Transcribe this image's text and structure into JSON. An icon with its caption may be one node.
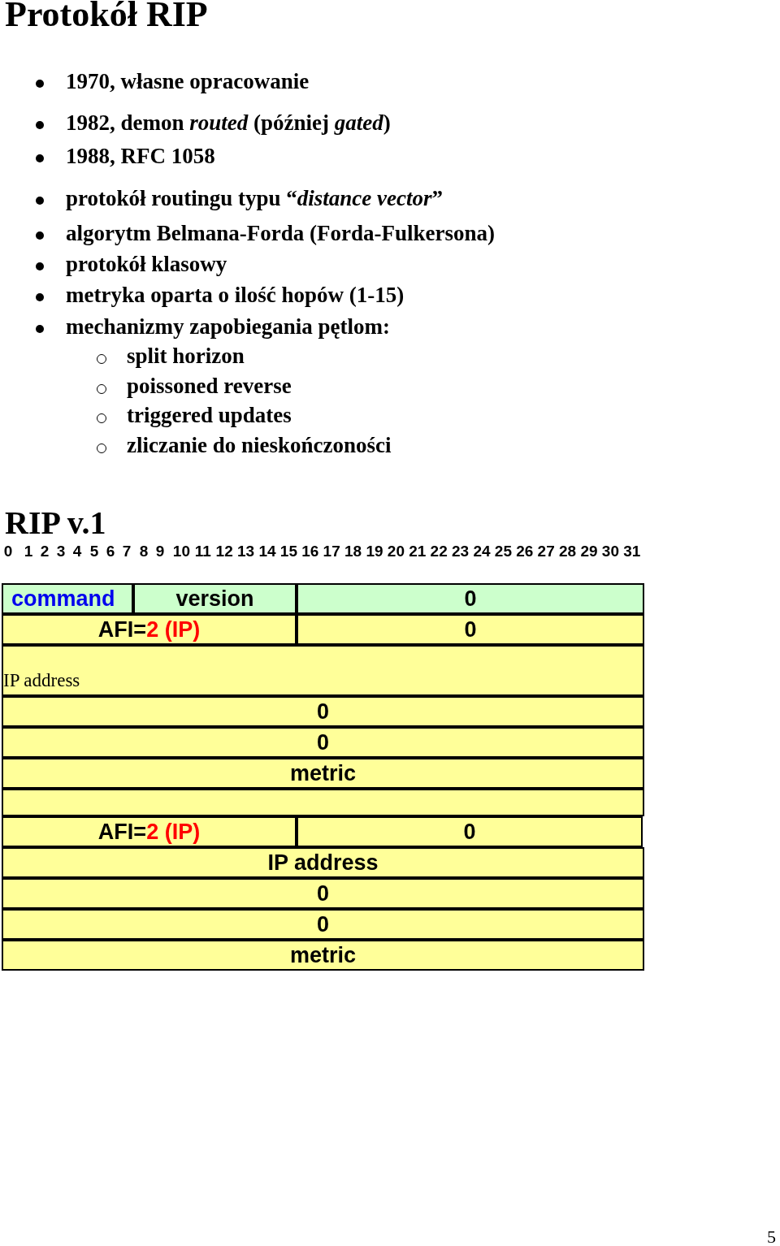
{
  "diagram": {
    "title": "Protokół RIP",
    "labels": [
      "1970, własne opracowanie",
      "1982, demon *routed* (później *gated*)",
      "1988, RFC 1058",
      "protokół routingu typu “*distance vector*”",
      "algorytm Belmana-Forda (Forda-Fulkersona)",
      "protokół klasowy",
      "metryka oparta o ilość hopów (1-15)",
      "mechanizmy zapobiegania pętlom:",
      "split horizon",
      "poissoned reverse",
      "triggered updates",
      "zliczanie do nieskończoności",
      "RIP v.1",
      "0",
      "1",
      "2",
      "3",
      "4",
      "5",
      "6",
      "7",
      "8",
      "9",
      "10",
      "11",
      "12",
      "13",
      "14",
      "15",
      "16",
      "17",
      "18",
      "19",
      "20",
      "21",
      "22",
      "23",
      "24",
      "25",
      "26",
      "27",
      "28",
      "29",
      "30",
      "31",
      "command",
      "version",
      "0",
      "AFI=2 (IP)",
      "0",
      "IP address",
      "0",
      "0",
      "metric",
      "AFI=2 (IP)",
      "0",
      "IP address",
      "0",
      "0",
      "metric",
      "5"
    ]
  }
}
